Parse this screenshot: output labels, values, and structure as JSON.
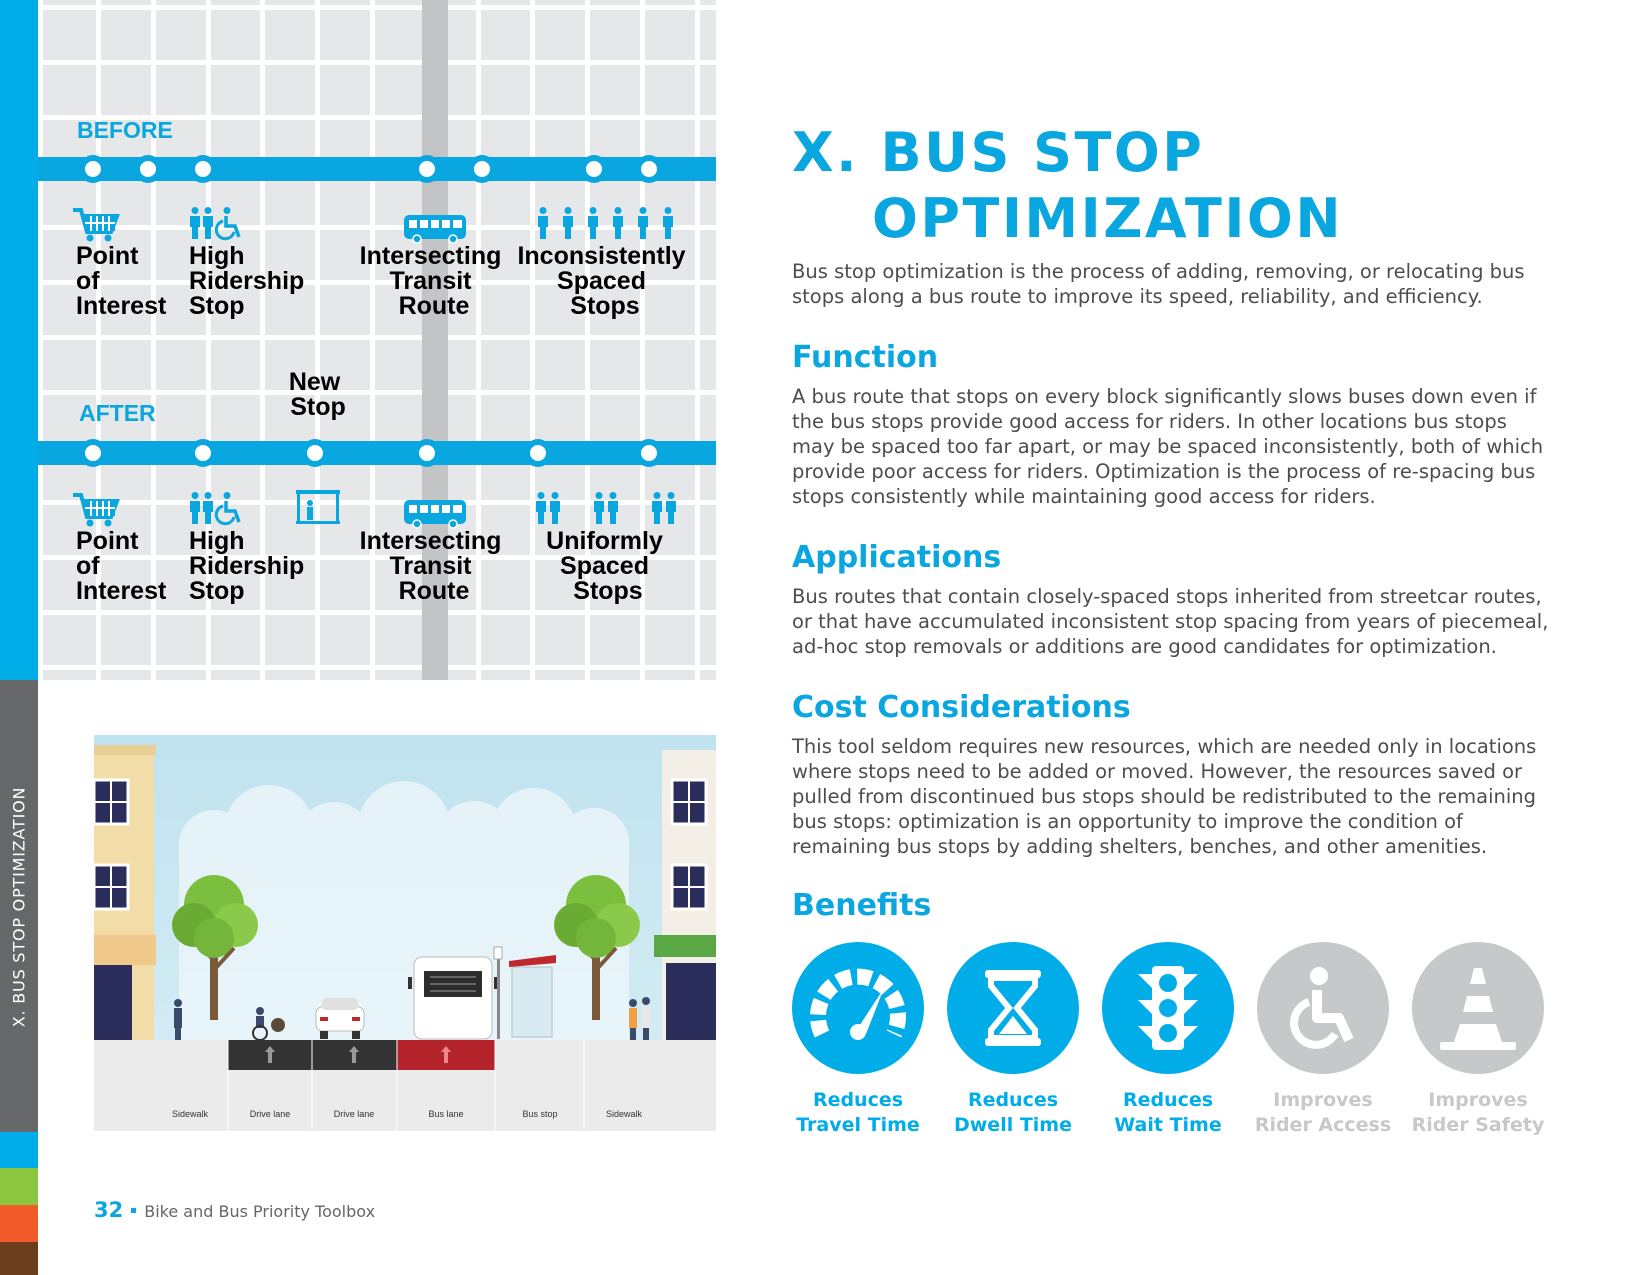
{
  "sidebar": {
    "label": "X. BUS STOP OPTIMIZATION"
  },
  "diagram": {
    "before_label": "BEFORE",
    "after_label": "AFTER",
    "new_stop_label": [
      "New",
      "Stop"
    ],
    "before_captions": [
      [
        "Point",
        "of",
        "Interest"
      ],
      [
        "High",
        "Ridership",
        "Stop"
      ],
      [
        "Intersecting",
        "Transit",
        "Route"
      ],
      [
        "Inconsistently",
        "Spaced",
        "Stops"
      ]
    ],
    "after_captions": [
      [
        "Point",
        "of",
        "Interest"
      ],
      [
        "High",
        "Ridership",
        "Stop"
      ],
      [
        "Intersecting",
        "Transit",
        "Route"
      ],
      [
        "Uniformly",
        "Spaced",
        "Stops"
      ]
    ]
  },
  "street": {
    "lanes": [
      "Sidewalk",
      "Drive lane",
      "Drive lane",
      "Bus lane",
      "Bus stop",
      "Sidewalk"
    ]
  },
  "title": {
    "line1": "X. BUS STOP",
    "line2": "OPTIMIZATION"
  },
  "intro": "Bus stop optimization is the process of adding, removing, or relocating bus stops along a bus route to improve its speed, reliability, and efficiency.",
  "function": {
    "heading": "Function",
    "text": "A bus route that stops on every block significantly slows buses down even if the bus stops provide good access for riders. In other locations bus stops may be spaced too far apart, or may be spaced inconsistently, both of which provide poor access for riders. Optimization is the process of re-spacing bus stops consistently while maintaining good access for riders."
  },
  "applications": {
    "heading": "Applications",
    "text": "Bus routes that contain closely-spaced stops inherited from streetcar routes, or that have accumulated inconsistent stop spacing from years of piecemeal, ad-hoc stop removals or additions are good candidates for optimization."
  },
  "cost": {
    "heading": "Cost Considerations",
    "text": "This tool seldom requires new resources, which are needed only in locations where stops need to be added or moved. However, the resources saved or pulled from discontinued bus stops should be redistributed to the remaining bus stops: optimization is an opportunity to improve the condition of remaining bus stops by adding shelters, benches, and other amenities."
  },
  "benefits": {
    "heading": "Benefits",
    "items": [
      {
        "line1": "Reduces",
        "line2": "Travel Time",
        "icon": "speedometer-icon",
        "active": true
      },
      {
        "line1": "Reduces",
        "line2": "Dwell Time",
        "icon": "hourglass-icon",
        "active": true
      },
      {
        "line1": "Reduces",
        "line2": "Wait Time",
        "icon": "traffic-light-icon",
        "active": true
      },
      {
        "line1": "Improves",
        "line2": "Rider Access",
        "icon": "wheelchair-icon",
        "active": false
      },
      {
        "line1": "Improves",
        "line2": "Rider Safety",
        "icon": "traffic-cone-icon",
        "active": false
      }
    ]
  },
  "footer": {
    "page_number": "32",
    "book_title": "Bike and Bus Priority Toolbox"
  },
  "colors": {
    "accent": "#00ade8",
    "inactive": "#c7c8ca",
    "bus_lane": "#b5232a",
    "drive_lane": "#333333"
  }
}
